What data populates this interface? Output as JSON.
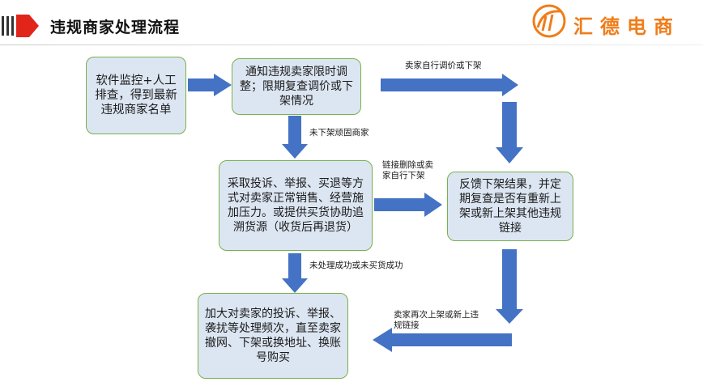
{
  "header": {
    "title": "违规商家处理流程",
    "logo_text": "汇德电商"
  },
  "colors": {
    "arrow": "#4472c4",
    "box_fill": "#dce6f2",
    "box_border": "#78b04b",
    "accent_red": "#e1251b",
    "logo_orange": "#ef7d1a"
  },
  "diagram": {
    "nodes": {
      "monitor": "软件监控+人工排查，得到最新违规商家名单",
      "notify": "通知违规卖家限时调整；限期复查调价或下架情况",
      "pressure": "采取投诉、举报、买退等方式对卖家正常销售、经营施加压力。或提供买货协助追溯货源（收货后再退货）",
      "feedback": "反馈下架结果，并定期复查是否有重新上架或新上架其他违规链接",
      "escalate": "加大对卖家的投诉、举报、袭扰等处理频次，直至卖家撤网、下架或换地址、换账号购买"
    },
    "edge_labels": {
      "self_adjust": "卖家自行调价或下架",
      "not_removed": "未下架顽固商家",
      "link_deleted": "链接删除或卖家自行下架",
      "not_success": "未处理成功或未买货成功",
      "relisted": "卖家再次上架或新上违规链接"
    }
  }
}
